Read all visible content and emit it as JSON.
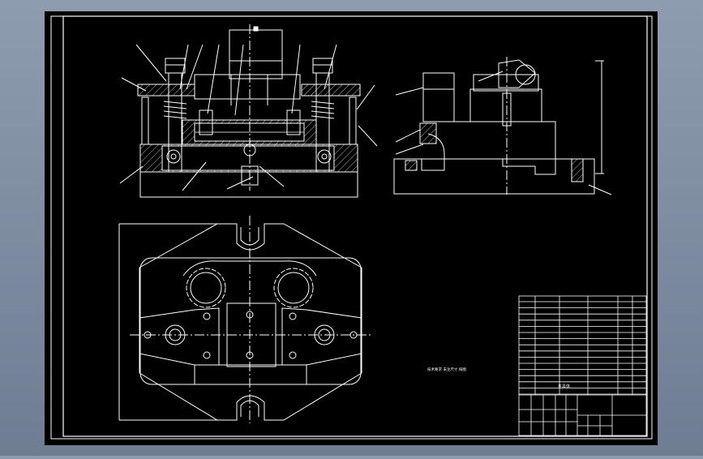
{
  "colors": {
    "background": "#7f8da2",
    "paper": "#000000",
    "line": "#ffffff",
    "centerline": "#ffffff",
    "hatch": "#cfcfcf"
  },
  "drawing": {
    "tech_note": "技术要求 未注尺寸 按图",
    "title_block": {
      "title": "夹具体"
    }
  },
  "icons": [
    "drawing-sheet"
  ]
}
